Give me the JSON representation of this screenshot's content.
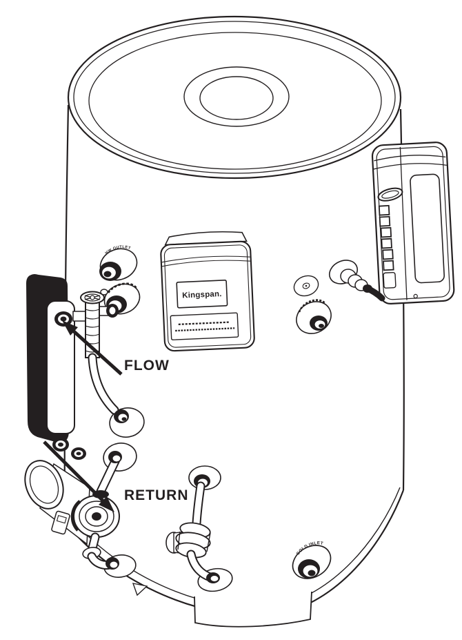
{
  "colors": {
    "line": "#231f20",
    "background": "#ffffff"
  },
  "labels": {
    "flow": "FLOW",
    "return": "RETURN"
  },
  "brand_label": "Kingspan.",
  "port_labels": {
    "hw_outlet": "HW OUTLET",
    "cold_inlet": "COLD INLET"
  }
}
